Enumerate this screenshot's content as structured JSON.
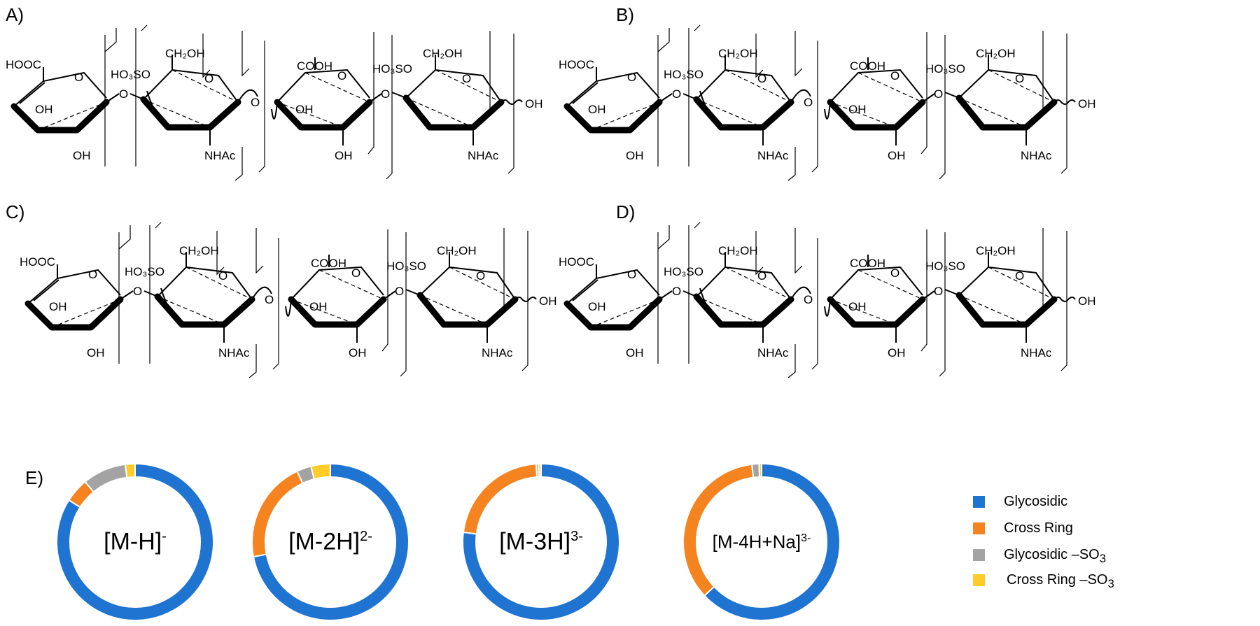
{
  "panels": [
    {
      "letter": "A)"
    },
    {
      "letter": "B)"
    },
    {
      "letter": "C)"
    },
    {
      "letter": "D)"
    },
    {
      "letter": "E)"
    }
  ],
  "structure_labels": {
    "hooc": "HOOC",
    "cooh": "COOH",
    "ho3so": "HO₃SO",
    "ch2oh": "CH₂OH",
    "oh": "OH",
    "o": "O",
    "nhac": "NHAc"
  },
  "chart_data": {
    "type": "pie",
    "variant": "donut",
    "categories": [
      "Glycosidic",
      "Cross Ring",
      "Glycosidic –SO3",
      "Cross Ring –SO3"
    ],
    "colors": [
      "#1f74d1",
      "#f5831f",
      "#a3a3a3",
      "#ffcc29"
    ],
    "charts": [
      {
        "label": "[M-H]",
        "superscript": "-",
        "values": [
          84,
          5,
          9,
          2
        ]
      },
      {
        "label": "[M-2H]",
        "superscript": "2-",
        "values": [
          72,
          21,
          3,
          4
        ]
      },
      {
        "label": "[M-3H]",
        "superscript": "3-",
        "values": [
          77,
          22,
          0.5,
          0.5
        ]
      },
      {
        "label": "[M-4H+Na]",
        "superscript": "3-",
        "values": [
          63,
          35,
          1.5,
          0.5
        ]
      }
    ]
  },
  "legend": [
    {
      "label": "Glycosidic",
      "sub": ""
    },
    {
      "label": "Cross Ring",
      "sub": ""
    },
    {
      "label": "Glycosidic –SO",
      "sub": "3"
    },
    {
      "label": "Cross Ring –SO",
      "sub": "3"
    }
  ]
}
